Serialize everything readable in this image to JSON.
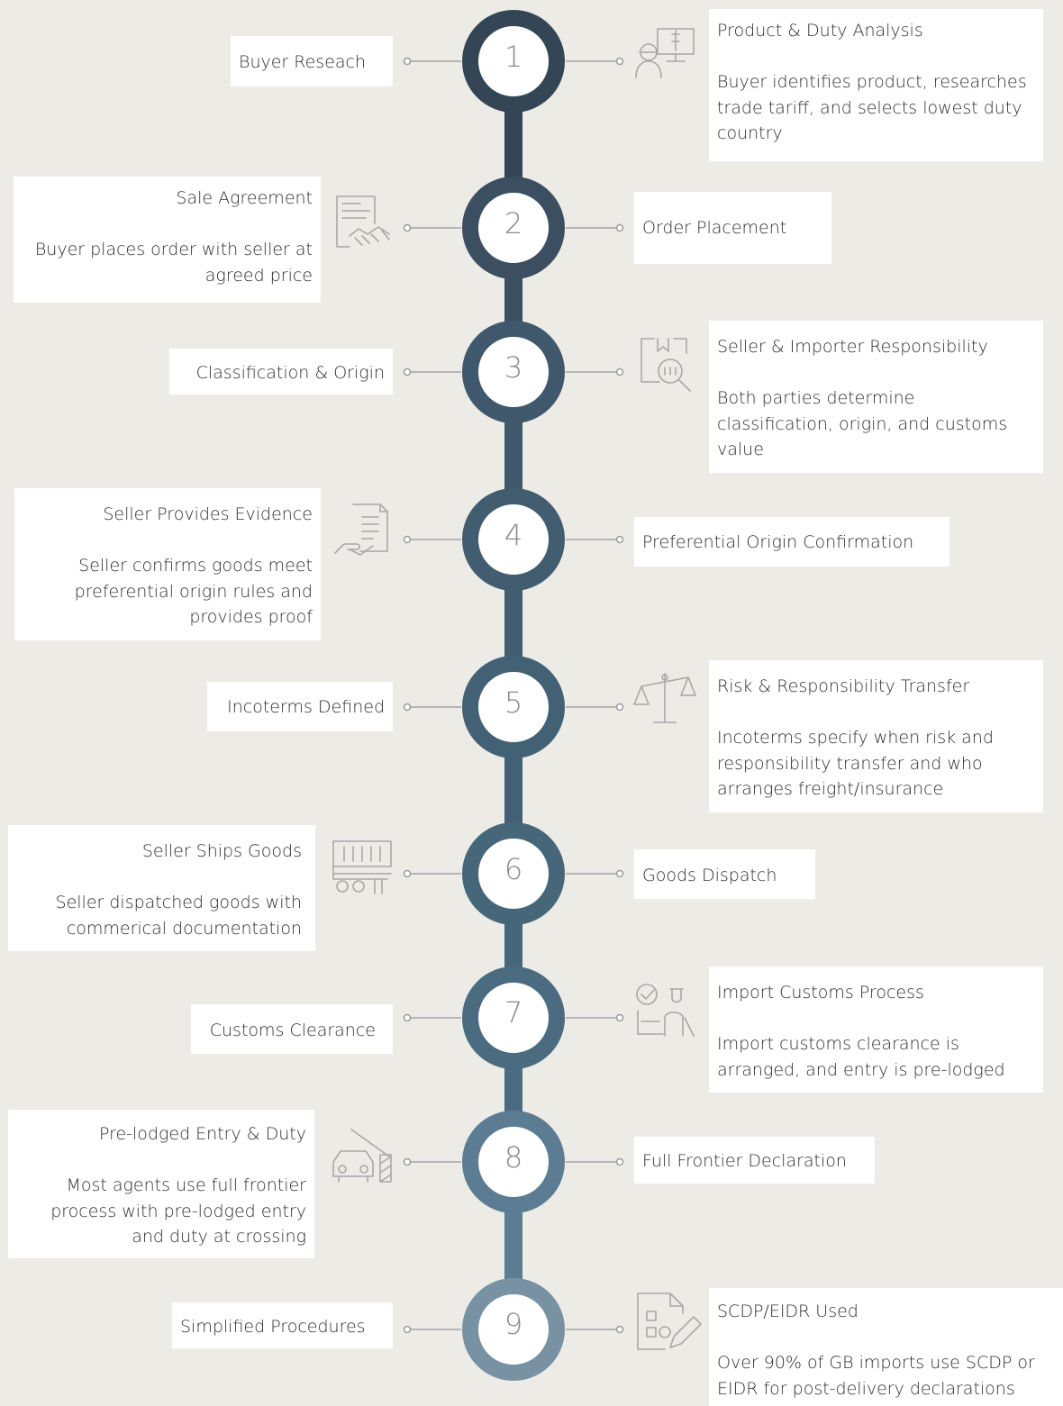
{
  "colors": {
    "background": "#edebe6",
    "connector": "#b5b5b5",
    "icon": "#a8a8a8",
    "ring_gradient": [
      "#344556",
      "#3b4f61",
      "#40586b",
      "#425d70",
      "#436174",
      "#46667a",
      "#4a6b80",
      "#5b7c92",
      "#7891a3"
    ]
  },
  "steps": [
    {
      "number": "1",
      "left_title": "Buyer Reseach",
      "left_desc": "",
      "right_title": "Product & Duty Analysis",
      "right_desc": "Buyer identifies product, researches trade tariff, and selects lowest duty country",
      "icon": "person-monitor-icon"
    },
    {
      "number": "2",
      "left_title": "Sale Agreement",
      "left_desc": "Buyer places order with seller at agreed price",
      "right_title": "Order Placement",
      "right_desc": "",
      "icon": "contract-handshake-icon"
    },
    {
      "number": "3",
      "left_title": "Classification & Origin",
      "left_desc": "",
      "right_title": "Seller & Importer Responsibility",
      "right_desc": "Both parties determine classification, origin, and customs value",
      "icon": "document-search-icon"
    },
    {
      "number": "4",
      "left_title": "Seller Provides Evidence",
      "left_desc": "Seller confirms goods meet preferential origin rules and provides proof",
      "right_title": "Preferential Origin Confirmation",
      "right_desc": "",
      "icon": "hand-document-icon"
    },
    {
      "number": "5",
      "left_title": "Incoterms Defined",
      "left_desc": "",
      "right_title": "Risk & Responsibility Transfer",
      "right_desc": "Incoterms specify when risk and responsibility transfer and who arranges freight/insurance",
      "icon": "scales-icon"
    },
    {
      "number": "6",
      "left_title": "Seller Ships Goods",
      "left_desc": "Seller dispatched goods with commerical documentation",
      "right_title": "Goods Dispatch",
      "right_desc": "",
      "icon": "cargo-truck-icon"
    },
    {
      "number": "7",
      "left_title": "Customs Clearance",
      "left_desc": "",
      "right_title": "Import Customs Process",
      "right_desc": "Import customs clearance is arranged, and entry is pre-lodged",
      "icon": "customs-officer-icon"
    },
    {
      "number": "8",
      "left_title": "Pre-lodged Entry & Duty",
      "left_desc": "Most agents use full frontier process with pre-lodged entry and duty at crossing",
      "right_title": "Full Frontier Declaration",
      "right_desc": "",
      "icon": "car-barrier-icon"
    },
    {
      "number": "9",
      "left_title": "Simplified Procedures",
      "left_desc": "",
      "right_title": "SCDP/EIDR Used",
      "right_desc": "Over 90% of GB imports use SCDP or EIDR for post-delivery declarations",
      "icon": "form-edit-icon"
    }
  ]
}
